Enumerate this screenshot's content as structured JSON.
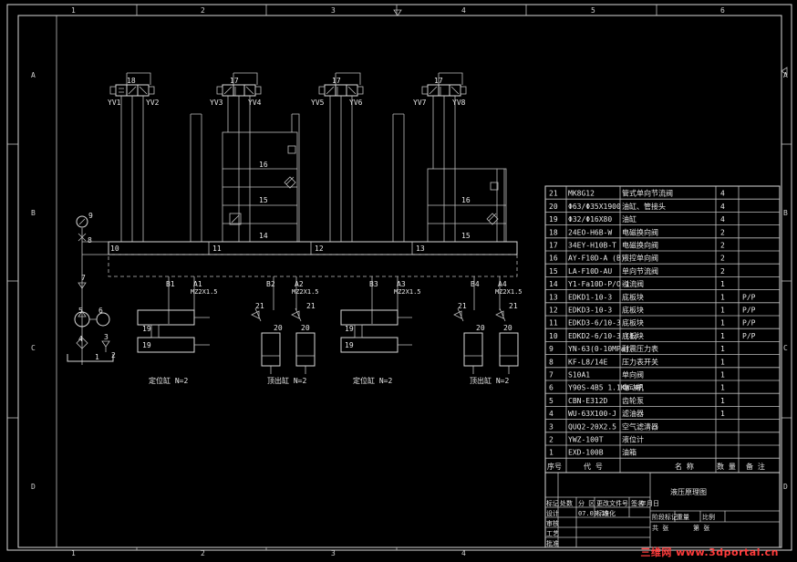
{
  "border": {
    "top_cols": [
      "1",
      "2",
      "3",
      "4",
      "5",
      "6"
    ],
    "bottom_cols": [
      "1",
      "2",
      "3",
      "4"
    ],
    "rows": [
      "A",
      "B",
      "C",
      "D"
    ]
  },
  "valve_numbers": [
    "18",
    "17",
    "17",
    "17"
  ],
  "valve_coils": [
    "YV1",
    "YV2",
    "YV3",
    "YV4",
    "YV5",
    "YV6",
    "YV7",
    "YV8"
  ],
  "manifold_blocks": [
    "10",
    "11",
    "12",
    "13"
  ],
  "branch_labels": [
    "16",
    "15",
    "14",
    "16",
    "15"
  ],
  "port_labels": [
    "B1",
    "A1",
    "B2",
    "A2",
    "B3",
    "A3",
    "B4",
    "A4"
  ],
  "thread_labels": [
    "MZ2X1.5",
    "MZ2X1.5",
    "MZ2X1.5",
    "MZ2X1.5"
  ],
  "pump_labels": [
    "9",
    "8",
    "7",
    "6",
    "5",
    "4",
    "3",
    "2",
    "1"
  ],
  "cyl_labels": [
    "19",
    "19",
    "19",
    "19",
    "21",
    "21",
    "21",
    "21",
    "20",
    "20",
    "20",
    "20"
  ],
  "captions": [
    "定位缸 N=2",
    "顶出缸 N=2",
    "定位缸 N=2",
    "顶出缸 N=2"
  ],
  "bom": [
    {
      "no": "21",
      "code": "MK8G12",
      "name": "管式单向节流阀",
      "qty": "4",
      "note": ""
    },
    {
      "no": "20",
      "code": "Φ63/Φ35X1900",
      "name": "油缸、管接头",
      "qty": "4",
      "note": ""
    },
    {
      "no": "19",
      "code": "Φ32/Φ16X80",
      "name": "油缸",
      "qty": "4",
      "note": ""
    },
    {
      "no": "18",
      "code": "24EO-H6B-W",
      "name": "电磁换向阀",
      "qty": "2",
      "note": ""
    },
    {
      "no": "17",
      "code": "34EY-H10B-T",
      "name": "电磁换向阀",
      "qty": "2",
      "note": ""
    },
    {
      "no": "16",
      "code": "AY-F10D-A (B)",
      "name": "液控单向阀",
      "qty": "2",
      "note": ""
    },
    {
      "no": "15",
      "code": "LA-F10D-AU",
      "name": "单向节流阀",
      "qty": "2",
      "note": ""
    },
    {
      "no": "14",
      "code": "Y1-Fa10D-P/O-1",
      "name": "溢流阀",
      "qty": "1",
      "note": ""
    },
    {
      "no": "13",
      "code": "EDKD1-10-3",
      "name": "底板块",
      "qty": "1",
      "note": "P/P"
    },
    {
      "no": "12",
      "code": "EDKD3-10-3",
      "name": "底板块",
      "qty": "1",
      "note": "P/P"
    },
    {
      "no": "11",
      "code": "EDKD3-6/10-3",
      "name": "底板块",
      "qty": "1",
      "note": "P/P"
    },
    {
      "no": "10",
      "code": "EDKD2-6/10-3 (I)",
      "name": "底板块",
      "qty": "1",
      "note": "P/P"
    },
    {
      "no": "9",
      "code": "YN-63(0-10MPa)",
      "name": "耐震压力表",
      "qty": "1",
      "note": ""
    },
    {
      "no": "8",
      "code": "KF-L8/14E",
      "name": "压力表开关",
      "qty": "1",
      "note": ""
    },
    {
      "no": "7",
      "code": "S10A1",
      "name": "单向阀",
      "qty": "1",
      "note": ""
    },
    {
      "no": "6",
      "code": "Y90S-4B5 1.1KW 4P",
      "name": "电动机",
      "qty": "1",
      "note": ""
    },
    {
      "no": "5",
      "code": "CBN-E312D",
      "name": "齿轮泵",
      "qty": "1",
      "note": ""
    },
    {
      "no": "4",
      "code": "WU-63X100-J",
      "name": "滤油器",
      "qty": "1",
      "note": ""
    },
    {
      "no": "3",
      "code": "QUQ2-20X2.5",
      "name": "空气滤清器",
      "qty": "",
      "note": ""
    },
    {
      "no": "2",
      "code": "YWZ-100T",
      "name": "液位计",
      "qty": "",
      "note": ""
    },
    {
      "no": "1",
      "code": "EXD-100B",
      "name": "油箱",
      "qty": "",
      "note": ""
    }
  ],
  "bom_header": {
    "no": "序号",
    "code": "代 号",
    "name": "名 称",
    "qty": "数 量",
    "note": "备 注"
  },
  "title_block": {
    "drawing_title": "液压原理图",
    "cells": [
      "标记",
      "处数",
      "分 区",
      "更改文件号",
      "签名",
      "年月日",
      "设计",
      "07.03.19",
      "标准化",
      "审核",
      "工艺",
      "批准",
      "阶段标记",
      "重量",
      "比例",
      "共 张",
      "第 张"
    ]
  },
  "watermark": {
    "brand": "三维网",
    "url": "www.3dportal.cn"
  }
}
